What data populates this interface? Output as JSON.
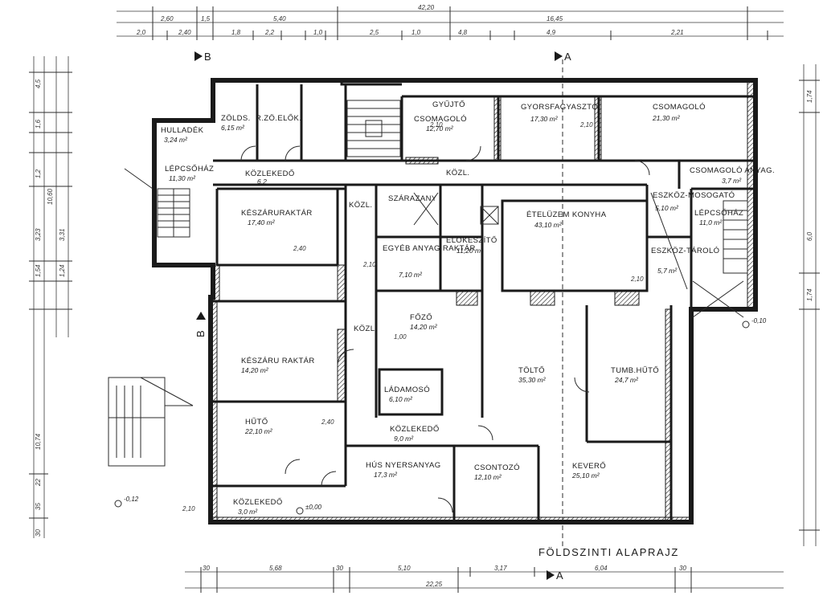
{
  "drawing": {
    "title": "FÖLDSZINTI ALAPRAJZ",
    "section_marks": [
      "B",
      "A",
      "B",
      "A"
    ],
    "levels": [
      "-0,12",
      "±0,00",
      "-0,10"
    ]
  },
  "rooms": [
    {
      "key": "hulladek",
      "name": "HULLADÉK",
      "area": "3,24 m²"
    },
    {
      "key": "zolds",
      "name": "ZÖLDS.",
      "area": "6,15 m²"
    },
    {
      "key": "rezelo",
      "name": "R.ZÖ.ELŐK.",
      "area": ""
    },
    {
      "key": "gyujto",
      "name": "GYŰJTŐ",
      "area": ""
    },
    {
      "key": "csomagolo1",
      "name": "CSOMAGOLÓ",
      "area": "12,70 m²"
    },
    {
      "key": "gyorsfagyaszto",
      "name": "GYORSFAGYASZTÓ",
      "area": "17,30 m²"
    },
    {
      "key": "csomagolo2",
      "name": "CSOMAGOLÓ",
      "area": "21,30 m²"
    },
    {
      "key": "lepcsohaz1",
      "name": "LÉPCSŐHÁZ",
      "area": "11,30 m²"
    },
    {
      "key": "kozlekedo1",
      "name": "KÖZLEKEDŐ",
      "area": "6,2"
    },
    {
      "key": "kozl1",
      "name": "KÖZL.",
      "area": ""
    },
    {
      "key": "csomagoloanyag",
      "name": "CSOMAGOLÓ ANYAG.",
      "area": "3,7 m²"
    },
    {
      "key": "keszaruraktar1",
      "name": "KÉSZÁRURAKTÁR",
      "area": "17,40 m²"
    },
    {
      "key": "kozl2",
      "name": "KÖZL.",
      "area": ""
    },
    {
      "key": "szarazany",
      "name": "SZÁRAZANY",
      "area": ""
    },
    {
      "key": "etelzem",
      "name": "ÉTELÜZEM KONYHA",
      "area": "43,10 m²"
    },
    {
      "key": "eszkozmosogato",
      "name": "ESZKÖZ-MOSOGATÓ",
      "area": "5,10 m²"
    },
    {
      "key": "lepcsohaz2",
      "name": "LÉPCSŐHÁZ",
      "area": "11,0 m²"
    },
    {
      "key": "egyebanyag",
      "name": "EGYÉB ANYAG RAKTÁR",
      "area": "7,10 m²"
    },
    {
      "key": "elokeszito",
      "name": "ELŐKÉSZÍTŐ",
      "area": "11,20 m²"
    },
    {
      "key": "eszkoztarolo",
      "name": "ESZKÖZ-TÁROLÓ",
      "area": "5,7 m²"
    },
    {
      "key": "fozo",
      "name": "FŐZŐ",
      "area": "14,20 m²"
    },
    {
      "key": "kozl3",
      "name": "KÖZL.",
      "area": ""
    },
    {
      "key": "keszaruraktar2",
      "name": "KÉSZÁRU RAKTÁR",
      "area": "14,20 m²"
    },
    {
      "key": "toltő",
      "name": "TÖLTŐ",
      "area": "35,30 m²"
    },
    {
      "key": "tumbhuto",
      "name": "TUMB.HŰTŐ",
      "area": "24,7 m²"
    },
    {
      "key": "ladamoso",
      "name": "LÁDAMOSÓ",
      "area": "6,10 m²"
    },
    {
      "key": "huto",
      "name": "HŰTŐ",
      "area": "22,10 m²"
    },
    {
      "key": "kozlekedo2",
      "name": "KÖZLEKEDŐ",
      "area": "9,0 m²"
    },
    {
      "key": "husnyers",
      "name": "HÚS NYERSANYAG",
      "area": "17,3 m²"
    },
    {
      "key": "csontozo",
      "name": "CSONTOZÓ",
      "area": "12,10 m²"
    },
    {
      "key": "kevero",
      "name": "KEVERŐ",
      "area": "25,10 m²"
    },
    {
      "key": "kozlekedo3",
      "name": "KÖZLEKEDŐ",
      "area": "3,0 m²"
    }
  ],
  "dimensions": {
    "top_total": "42,20",
    "top_row1": [
      "2,60",
      "1,5",
      "5,40",
      "16,45"
    ],
    "top_row2": [
      "2,0",
      "2,40",
      "1,8",
      "2,2",
      "1,0",
      "2,5",
      "1,0",
      "4,8",
      "4,9",
      "2,21"
    ],
    "bottom_row": [
      "30",
      "5,68",
      "30",
      "5,10",
      "3,17",
      "6,04",
      "30"
    ],
    "bottom_total": "22,25",
    "left": [
      "4,5",
      "1,6",
      "1,2",
      "3,23",
      "3,31",
      "1,54",
      "1,24",
      "10,60",
      "10,74",
      "22",
      "35",
      "30"
    ],
    "right": [
      "1,74",
      "6,0",
      "1,74"
    ],
    "internal": [
      "2,10",
      "2,10",
      "2,40",
      "2,10",
      "2,40",
      "2,10",
      "2,10",
      "1,00"
    ]
  }
}
